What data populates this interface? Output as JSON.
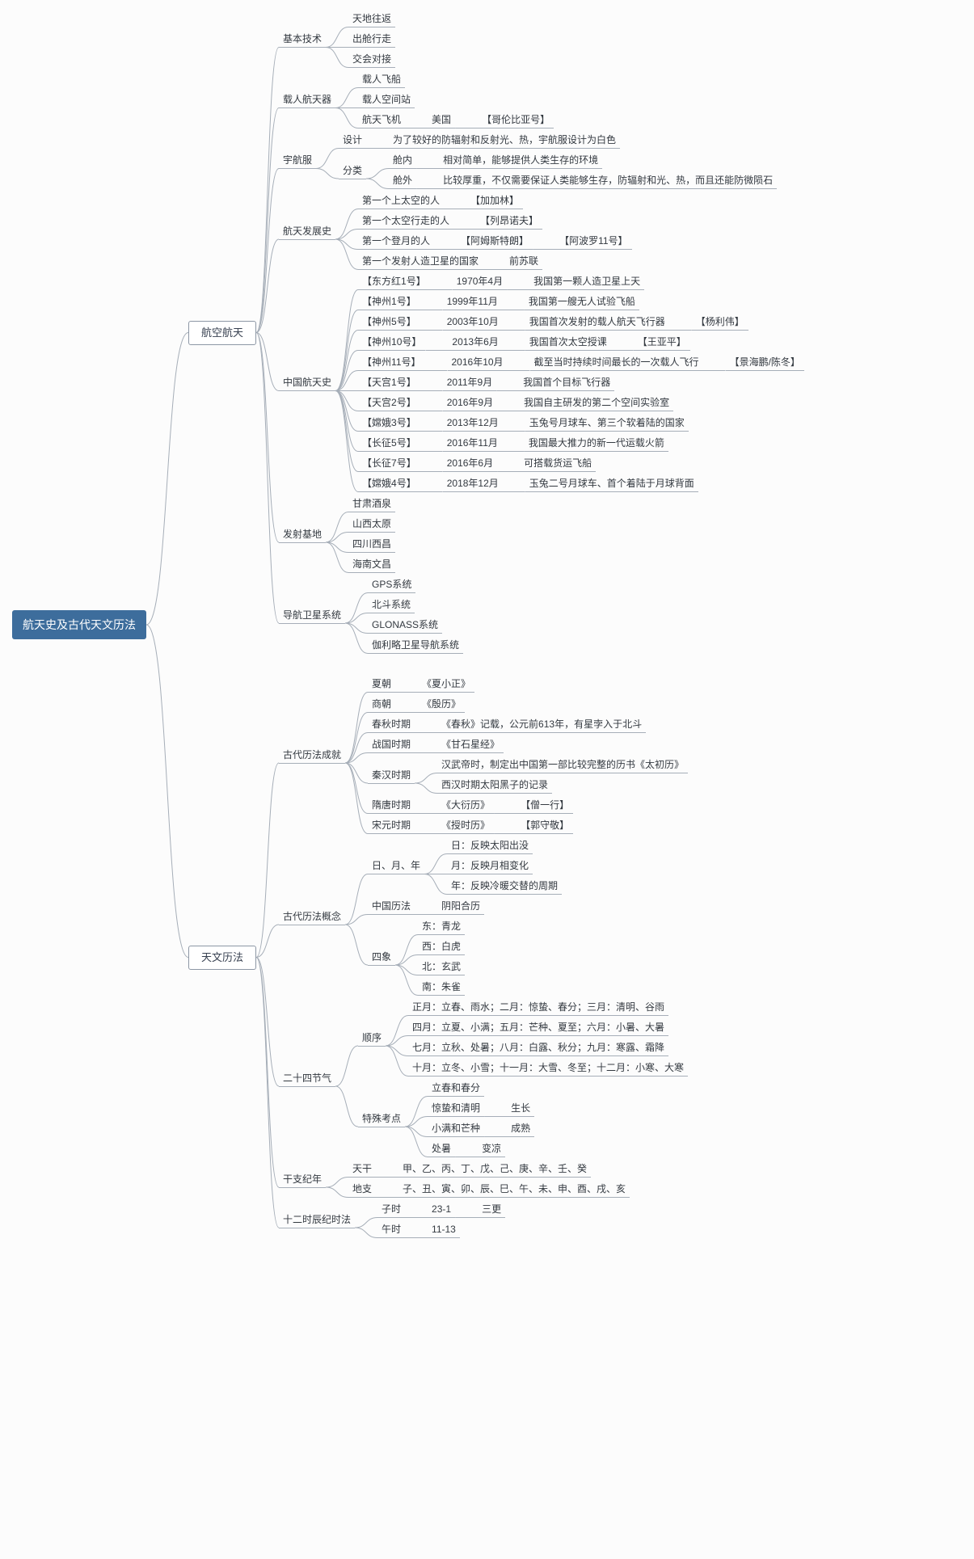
{
  "title": "航天史及古代天文历法",
  "colors": {
    "background": "#fcfcfc",
    "root_bg": "#3d6d9c",
    "root_text": "#ffffff",
    "branch_border": "#8d97a5",
    "line": "#a6aeb8",
    "text": "#333940"
  },
  "tree": {
    "label": "航天史及古代天文历法",
    "children": [
      {
        "label": "航空航天",
        "children": [
          {
            "label": "基本技术",
            "children": [
              {
                "label": "天地往返"
              },
              {
                "label": "出舱行走"
              },
              {
                "label": "交会对接"
              }
            ]
          },
          {
            "label": "载人航天器",
            "children": [
              {
                "label": "载人飞船"
              },
              {
                "label": "载人空间站"
              },
              {
                "label": "航天飞机",
                "children": [
                  {
                    "label": "美国",
                    "children": [
                      {
                        "label": "【哥伦比亚号】"
                      }
                    ]
                  }
                ]
              }
            ]
          },
          {
            "label": "宇航服",
            "children": [
              {
                "label": "设计",
                "children": [
                  {
                    "label": "为了较好的防辐射和反射光、热，宇航服设计为白色"
                  }
                ]
              },
              {
                "label": "分类",
                "children": [
                  {
                    "label": "舱内",
                    "children": [
                      {
                        "label": "相对简单，能够提供人类生存的环境"
                      }
                    ]
                  },
                  {
                    "label": "舱外",
                    "children": [
                      {
                        "label": "比较厚重，不仅需要保证人类能够生存，防辐射和光、热，而且还能防微陨石"
                      }
                    ]
                  }
                ]
              }
            ]
          },
          {
            "label": "航天发展史",
            "children": [
              {
                "label": "第一个上太空的人",
                "children": [
                  {
                    "label": "【加加林】"
                  }
                ]
              },
              {
                "label": "第一个太空行走的人",
                "children": [
                  {
                    "label": "【列昂诺夫】"
                  }
                ]
              },
              {
                "label": "第一个登月的人",
                "children": [
                  {
                    "label": "【阿姆斯特朗】",
                    "children": [
                      {
                        "label": "【阿波罗11号】"
                      }
                    ]
                  }
                ]
              },
              {
                "label": "第一个发射人造卫星的国家",
                "children": [
                  {
                    "label": "前苏联"
                  }
                ]
              }
            ]
          },
          {
            "label": "中国航天史",
            "children": [
              {
                "label": "【东方红1号】",
                "children": [
                  {
                    "label": "1970年4月",
                    "children": [
                      {
                        "label": "我国第一颗人造卫星上天"
                      }
                    ]
                  }
                ]
              },
              {
                "label": "【神州1号】",
                "children": [
                  {
                    "label": "1999年11月",
                    "children": [
                      {
                        "label": "我国第一艘无人试验飞船"
                      }
                    ]
                  }
                ]
              },
              {
                "label": "【神州5号】",
                "children": [
                  {
                    "label": "2003年10月",
                    "children": [
                      {
                        "label": "我国首次发射的载人航天飞行器",
                        "children": [
                          {
                            "label": "【杨利伟】"
                          }
                        ]
                      }
                    ]
                  }
                ]
              },
              {
                "label": "【神州10号】",
                "children": [
                  {
                    "label": "2013年6月",
                    "children": [
                      {
                        "label": "我国首次太空授课",
                        "children": [
                          {
                            "label": "【王亚平】"
                          }
                        ]
                      }
                    ]
                  }
                ]
              },
              {
                "label": "【神州11号】",
                "children": [
                  {
                    "label": "2016年10月",
                    "children": [
                      {
                        "label": "截至当时持续时间最长的一次载人飞行",
                        "children": [
                          {
                            "label": "【景海鹏/陈冬】"
                          }
                        ]
                      }
                    ]
                  }
                ]
              },
              {
                "label": "【天宫1号】",
                "children": [
                  {
                    "label": "2011年9月",
                    "children": [
                      {
                        "label": "我国首个目标飞行器"
                      }
                    ]
                  }
                ]
              },
              {
                "label": "【天宫2号】",
                "children": [
                  {
                    "label": "2016年9月",
                    "children": [
                      {
                        "label": "我国自主研发的第二个空间实验室"
                      }
                    ]
                  }
                ]
              },
              {
                "label": "【嫦娥3号】",
                "children": [
                  {
                    "label": "2013年12月",
                    "children": [
                      {
                        "label": "玉兔号月球车、第三个软着陆的国家"
                      }
                    ]
                  }
                ]
              },
              {
                "label": "【长征5号】",
                "children": [
                  {
                    "label": "2016年11月",
                    "children": [
                      {
                        "label": "我国最大推力的新一代运载火箭"
                      }
                    ]
                  }
                ]
              },
              {
                "label": "【长征7号】",
                "children": [
                  {
                    "label": "2016年6月",
                    "children": [
                      {
                        "label": "可搭载货运飞船"
                      }
                    ]
                  }
                ]
              },
              {
                "label": "【嫦娥4号】",
                "children": [
                  {
                    "label": "2018年12月",
                    "children": [
                      {
                        "label": "玉兔二号月球车、首个着陆于月球背面"
                      }
                    ]
                  }
                ]
              }
            ]
          },
          {
            "label": "发射基地",
            "children": [
              {
                "label": "甘肃酒泉"
              },
              {
                "label": "山西太原"
              },
              {
                "label": "四川西昌"
              },
              {
                "label": "海南文昌"
              }
            ]
          },
          {
            "label": "导航卫星系统",
            "children": [
              {
                "label": "GPS系统"
              },
              {
                "label": "北斗系统"
              },
              {
                "label": "GLONASS系统"
              },
              {
                "label": "伽利略卫星导航系统"
              }
            ]
          }
        ]
      },
      {
        "label": "天文历法",
        "children": [
          {
            "label": "古代历法成就",
            "children": [
              {
                "label": "夏朝",
                "children": [
                  {
                    "label": "《夏小正》"
                  }
                ]
              },
              {
                "label": "商朝",
                "children": [
                  {
                    "label": "《殷历》"
                  }
                ]
              },
              {
                "label": "春秋时期",
                "children": [
                  {
                    "label": "《春秋》记载，公元前613年，有星孛入于北斗"
                  }
                ]
              },
              {
                "label": "战国时期",
                "children": [
                  {
                    "label": "《甘石星经》"
                  }
                ]
              },
              {
                "label": "秦汉时期",
                "children": [
                  {
                    "label": "汉武帝时，制定出中国第一部比较完整的历书《太初历》"
                  },
                  {
                    "label": "西汉时期太阳黑子的记录"
                  }
                ]
              },
              {
                "label": "隋唐时期",
                "children": [
                  {
                    "label": "《大衍历》",
                    "children": [
                      {
                        "label": "【僧一行】"
                      }
                    ]
                  }
                ]
              },
              {
                "label": "宋元时期",
                "children": [
                  {
                    "label": "《授时历》",
                    "children": [
                      {
                        "label": "【郭守敬】"
                      }
                    ]
                  }
                ]
              }
            ]
          },
          {
            "label": "古代历法概念",
            "children": [
              {
                "label": "日、月、年",
                "children": [
                  {
                    "label": "日：反映太阳出没"
                  },
                  {
                    "label": "月：反映月相变化"
                  },
                  {
                    "label": "年：反映冷暖交替的周期"
                  }
                ]
              },
              {
                "label": "中国历法",
                "children": [
                  {
                    "label": "阴阳合历"
                  }
                ]
              },
              {
                "label": "四象",
                "children": [
                  {
                    "label": "东：青龙"
                  },
                  {
                    "label": "西：白虎"
                  },
                  {
                    "label": "北：玄武"
                  },
                  {
                    "label": "南：朱雀"
                  }
                ]
              }
            ]
          },
          {
            "label": "二十四节气",
            "children": [
              {
                "label": "顺序",
                "children": [
                  {
                    "label": "正月：立春、雨水；二月：惊蛰、春分；三月：清明、谷雨"
                  },
                  {
                    "label": "四月：立夏、小满；五月：芒种、夏至；六月：小暑、大暑"
                  },
                  {
                    "label": "七月：立秋、处暑；八月：白露、秋分；九月：寒露、霜降"
                  },
                  {
                    "label": "十月：立冬、小雪；十一月：大雪、冬至；十二月：小寒、大寒"
                  }
                ]
              },
              {
                "label": "特殊考点",
                "children": [
                  {
                    "label": "立春和春分"
                  },
                  {
                    "label": "惊蛰和清明",
                    "children": [
                      {
                        "label": "生长"
                      }
                    ]
                  },
                  {
                    "label": "小满和芒种",
                    "children": [
                      {
                        "label": "成熟"
                      }
                    ]
                  },
                  {
                    "label": "处暑",
                    "children": [
                      {
                        "label": "变凉"
                      }
                    ]
                  }
                ]
              }
            ]
          },
          {
            "label": "干支纪年",
            "children": [
              {
                "label": "天干",
                "children": [
                  {
                    "label": "甲、乙、丙、丁、戊、己、庚、辛、壬、癸"
                  }
                ]
              },
              {
                "label": "地支",
                "children": [
                  {
                    "label": "子、丑、寅、卯、辰、巳、午、未、申、酉、戌、亥"
                  }
                ]
              }
            ]
          },
          {
            "label": "十二时辰纪时法",
            "children": [
              {
                "label": "子时",
                "children": [
                  {
                    "label": "23-1",
                    "children": [
                      {
                        "label": "三更"
                      }
                    ]
                  }
                ]
              },
              {
                "label": "午时",
                "children": [
                  {
                    "label": "11-13"
                  }
                ]
              }
            ]
          }
        ]
      }
    ]
  }
}
